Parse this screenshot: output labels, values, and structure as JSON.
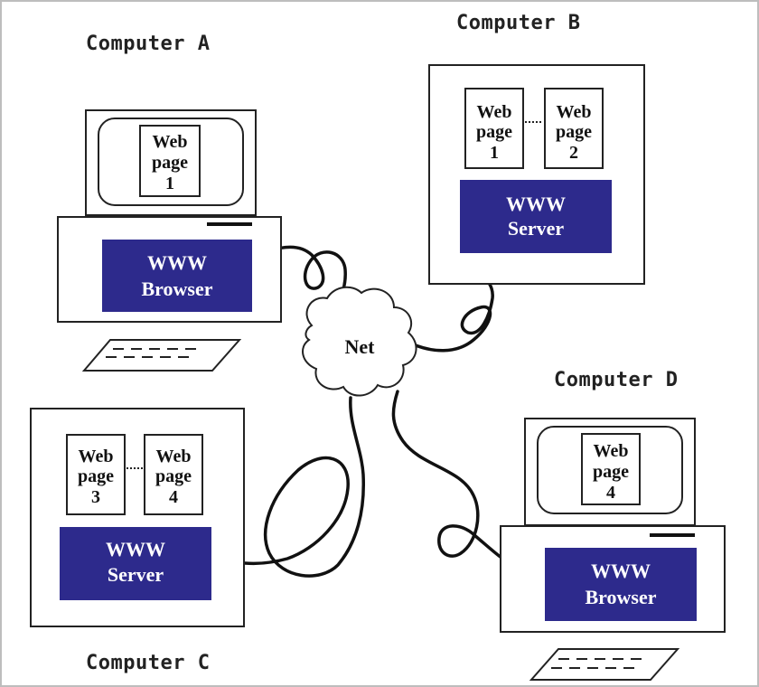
{
  "computers": {
    "a": {
      "label": "Computer A",
      "program": [
        "WWW",
        "Browser"
      ],
      "pages": [
        {
          "line1": "Web",
          "line2": "page",
          "number": "1"
        }
      ]
    },
    "b": {
      "label": "Computer B",
      "program": [
        "WWW",
        "Server"
      ],
      "pages": [
        {
          "line1": "Web",
          "line2": "page",
          "number": "1"
        },
        {
          "line1": "Web",
          "line2": "page",
          "number": "2"
        }
      ]
    },
    "c": {
      "label": "Computer C",
      "program": [
        "WWW",
        "Server"
      ],
      "pages": [
        {
          "line1": "Web",
          "line2": "page",
          "number": "3"
        },
        {
          "line1": "Web",
          "line2": "page",
          "number": "4"
        }
      ]
    },
    "d": {
      "label": "Computer D",
      "program": [
        "WWW",
        "Browser"
      ],
      "pages": [
        {
          "line1": "Web",
          "line2": "page",
          "number": "4"
        }
      ]
    }
  },
  "net": {
    "label": "Net"
  },
  "colors": {
    "program_box": "#2d2a8c",
    "outline": "#222222"
  }
}
